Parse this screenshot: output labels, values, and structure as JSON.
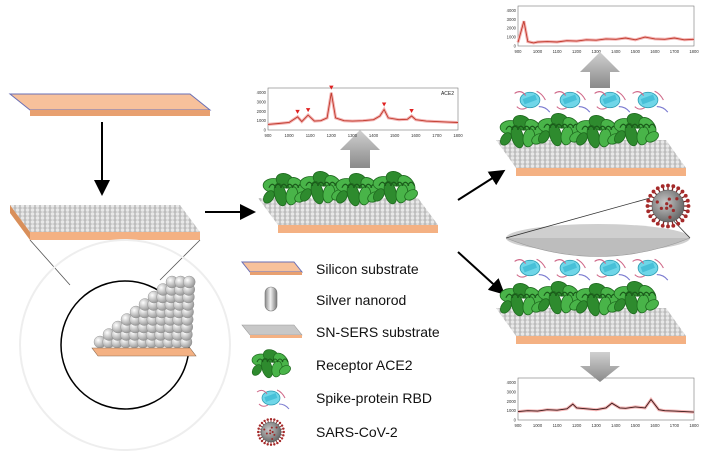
{
  "legend": {
    "items": [
      {
        "label": "Silicon substrate",
        "icon": "silicon-substrate-icon"
      },
      {
        "label": "Silver nanorod",
        "icon": "silver-nanorod-icon"
      },
      {
        "label": "SN-SERS substrate",
        "icon": "sn-sers-substrate-icon"
      },
      {
        "label": "Receptor ACE2",
        "icon": "ace2-protein-icon"
      },
      {
        "label": "Spike-protein RBD",
        "icon": "spike-rbd-icon"
      },
      {
        "label": "SARS-CoV-2",
        "icon": "virus-icon"
      }
    ]
  },
  "colors": {
    "silicon": "#f4b183",
    "silicon_edge": "#6a6fb5",
    "nanorod": "#c8c8c8",
    "protein_green": "#3aa53a",
    "spike_cyan": "#5fd3e6",
    "spectrum_line": "#c0392b",
    "arrow_gray": "#9a9a9a",
    "virus_red": "#8b2a2a"
  },
  "chart_data": [
    {
      "type": "line",
      "annotation": "ACE2",
      "x_ticks": [
        900,
        1000,
        1100,
        1200,
        1300,
        1400,
        1500,
        1600,
        1700,
        1800
      ],
      "y_ticks": [
        0,
        1000,
        2000,
        3000,
        4000
      ],
      "xlim": [
        900,
        1800
      ],
      "ylim": [
        0,
        4500
      ],
      "peak_markers": [
        1040,
        1090,
        1200,
        1450,
        1580
      ],
      "series": [
        {
          "x": [
            900,
            950,
            1000,
            1040,
            1060,
            1090,
            1120,
            1150,
            1180,
            1200,
            1220,
            1260,
            1300,
            1350,
            1400,
            1430,
            1450,
            1470,
            1520,
            1560,
            1580,
            1600,
            1650,
            1700,
            1750,
            1800
          ],
          "y": [
            600,
            700,
            800,
            1400,
            900,
            1600,
            950,
            1000,
            1300,
            4000,
            1300,
            1000,
            950,
            1000,
            1100,
            1500,
            2200,
            1300,
            1100,
            1150,
            1500,
            1100,
            950,
            900,
            850,
            800
          ]
        }
      ]
    },
    {
      "type": "line",
      "x_ticks": [
        900,
        1000,
        1100,
        1200,
        1300,
        1400,
        1500,
        1600,
        1700,
        1800
      ],
      "y_ticks": [
        0,
        1000,
        2000,
        3000,
        4000
      ],
      "xlim": [
        900,
        1800
      ],
      "ylim": [
        0,
        4500
      ],
      "series": [
        {
          "x": [
            900,
            930,
            950,
            980,
            1000,
            1050,
            1100,
            1150,
            1200,
            1250,
            1300,
            1350,
            1400,
            1450,
            1500,
            1550,
            1600,
            1650,
            1700,
            1750,
            1800
          ],
          "y": [
            400,
            2800,
            500,
            350,
            450,
            500,
            450,
            600,
            550,
            700,
            650,
            800,
            750,
            900,
            700,
            1000,
            800,
            750,
            900,
            700,
            750
          ]
        }
      ]
    },
    {
      "type": "line",
      "x_ticks": [
        900,
        1000,
        1100,
        1200,
        1300,
        1400,
        1500,
        1600,
        1700,
        1800
      ],
      "y_ticks": [
        0,
        1000,
        2000,
        3000,
        4000
      ],
      "xlim": [
        900,
        1800
      ],
      "ylim": [
        0,
        4500
      ],
      "series": [
        {
          "x": [
            900,
            950,
            1000,
            1050,
            1100,
            1150,
            1180,
            1200,
            1250,
            1300,
            1350,
            1380,
            1420,
            1450,
            1500,
            1550,
            1580,
            1620,
            1650,
            1700,
            1750,
            1800
          ],
          "y": [
            900,
            1000,
            950,
            1100,
            1050,
            1200,
            1700,
            1300,
            1200,
            1100,
            1300,
            1800,
            1300,
            1250,
            1400,
            1300,
            2200,
            1100,
            1000,
            950,
            900,
            850
          ]
        }
      ]
    }
  ]
}
